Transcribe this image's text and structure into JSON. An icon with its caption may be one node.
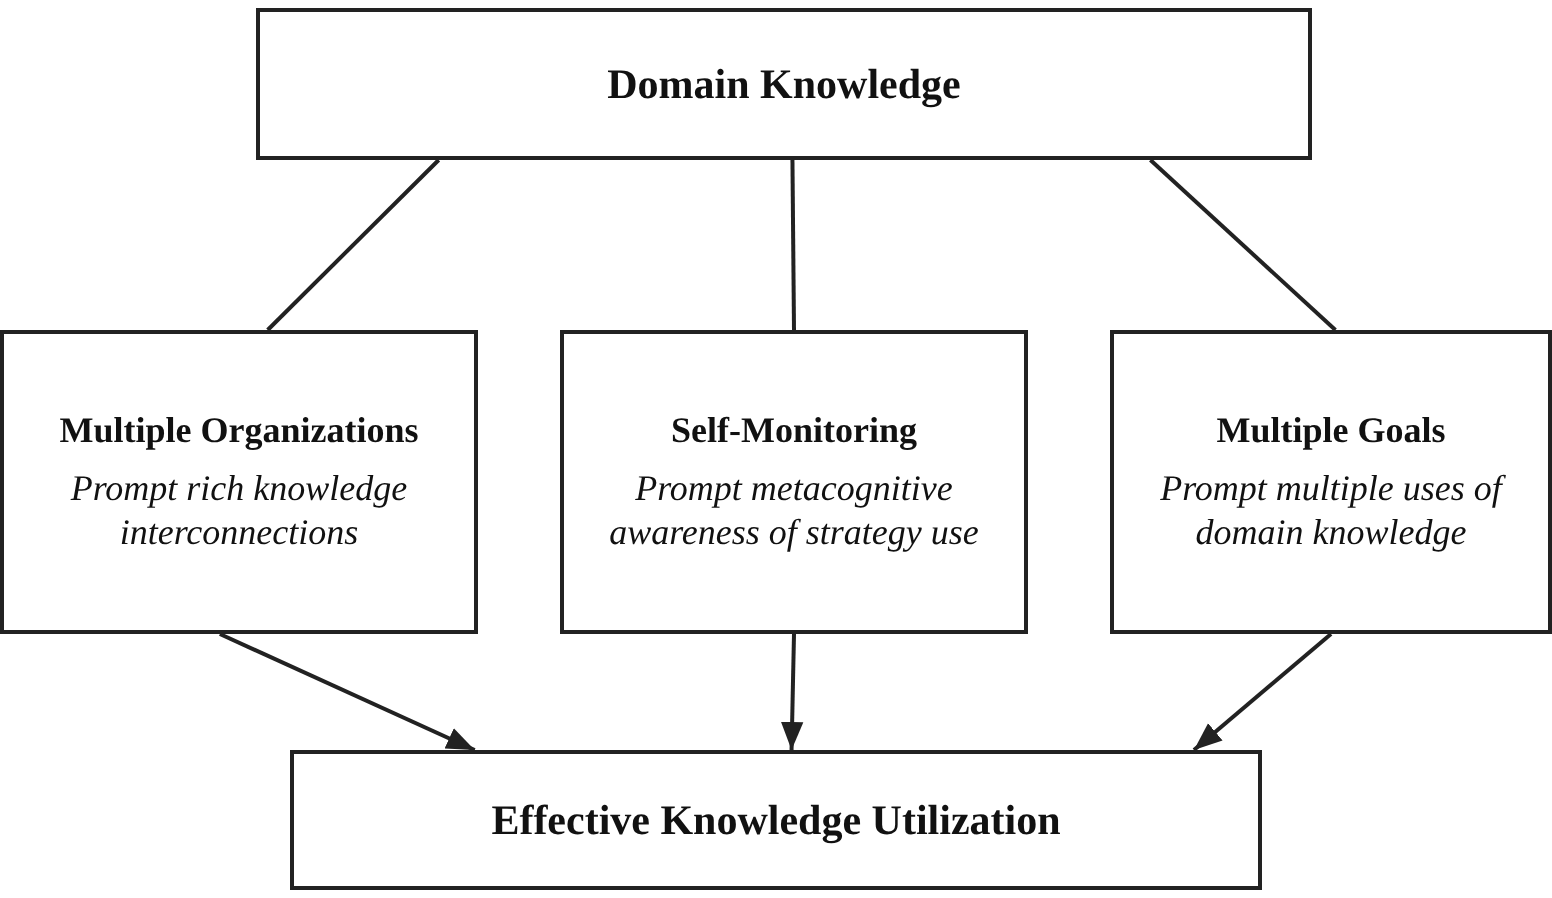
{
  "diagram": {
    "nodes": [
      {
        "text": [
          "Domain Knowledge"
        ]
      },
      {
        "text": [
          "Multiple Organizations",
          "Prompt rich knowledge interconnections"
        ]
      },
      {
        "text": [
          "Self-Monitoring",
          "Prompt metacognitive awareness of strategy use"
        ]
      },
      {
        "text": [
          "Multiple Goals",
          "Prompt multiple uses of domain knowledge"
        ]
      },
      {
        "text": [
          "Effective Knowledge Utilization"
        ]
      }
    ],
    "edges": [
      {
        "from": 0,
        "to": 1,
        "arrow": "none"
      },
      {
        "from": 0,
        "to": 2,
        "arrow": "none"
      },
      {
        "from": 0,
        "to": 3,
        "arrow": "none"
      },
      {
        "from": 1,
        "to": 4,
        "arrow": "to"
      },
      {
        "from": 2,
        "to": 4,
        "arrow": "to"
      },
      {
        "from": 3,
        "to": 4,
        "arrow": "to"
      }
    ]
  }
}
